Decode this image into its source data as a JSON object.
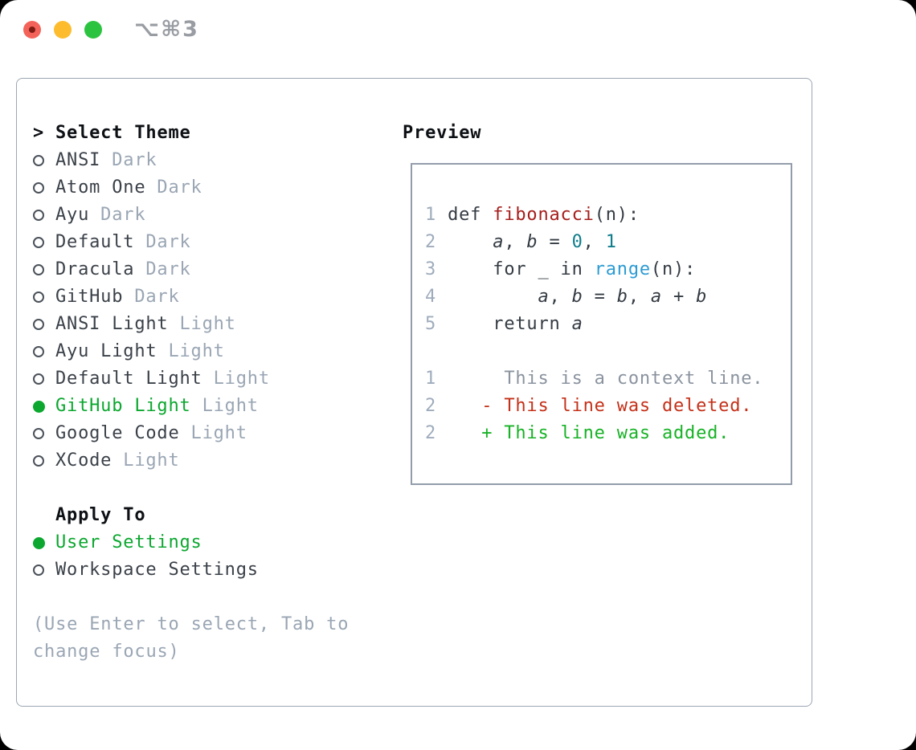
{
  "titlebar": {
    "shortcut": "⌥⌘3",
    "traffic_lights": [
      "close",
      "minimize",
      "zoom"
    ]
  },
  "panel": {
    "theme_list": {
      "header_prefix": ">",
      "header_label": "Select Theme",
      "items": [
        {
          "name": "ANSI",
          "variant": "Dark",
          "selected": false
        },
        {
          "name": "Atom One",
          "variant": "Dark",
          "selected": false
        },
        {
          "name": "Ayu",
          "variant": "Dark",
          "selected": false
        },
        {
          "name": "Default",
          "variant": "Dark",
          "selected": false
        },
        {
          "name": "Dracula",
          "variant": "Dark",
          "selected": false
        },
        {
          "name": "GitHub",
          "variant": "Dark",
          "selected": false
        },
        {
          "name": "ANSI Light",
          "variant": "Light",
          "selected": false
        },
        {
          "name": "Ayu Light",
          "variant": "Light",
          "selected": false
        },
        {
          "name": "Default Light",
          "variant": "Light",
          "selected": false
        },
        {
          "name": "GitHub Light",
          "variant": "Light",
          "selected": true
        },
        {
          "name": "Google Code",
          "variant": "Light",
          "selected": false
        },
        {
          "name": "XCode",
          "variant": "Light",
          "selected": false
        }
      ]
    },
    "apply_to": {
      "header": "Apply To",
      "options": [
        {
          "label": "User Settings",
          "selected": true
        },
        {
          "label": "Workspace Settings",
          "selected": false
        }
      ]
    },
    "help_text": "(Use Enter to select, Tab to change focus)",
    "preview": {
      "header": "Preview",
      "code_lines": [
        {
          "num": "1",
          "seg": [
            {
              "t": " def ",
              "c": "p"
            },
            {
              "t": "fibonacci",
              "c": "fn"
            },
            {
              "t": "(n):",
              "c": "p"
            }
          ]
        },
        {
          "num": "2",
          "seg": [
            {
              "t": "     ",
              "c": "p"
            },
            {
              "t": "a",
              "c": "v"
            },
            {
              "t": ", ",
              "c": "p"
            },
            {
              "t": "b",
              "c": "v"
            },
            {
              "t": " = ",
              "c": "p"
            },
            {
              "t": "0",
              "c": "num"
            },
            {
              "t": ", ",
              "c": "p"
            },
            {
              "t": "1",
              "c": "num"
            }
          ]
        },
        {
          "num": "3",
          "seg": [
            {
              "t": "     for _ in ",
              "c": "p"
            },
            {
              "t": "range",
              "c": "bi"
            },
            {
              "t": "(n):",
              "c": "p"
            }
          ]
        },
        {
          "num": "4",
          "seg": [
            {
              "t": "         ",
              "c": "p"
            },
            {
              "t": "a",
              "c": "v"
            },
            {
              "t": ", ",
              "c": "p"
            },
            {
              "t": "b",
              "c": "v"
            },
            {
              "t": " = ",
              "c": "p"
            },
            {
              "t": "b",
              "c": "v"
            },
            {
              "t": ", ",
              "c": "p"
            },
            {
              "t": "a",
              "c": "v"
            },
            {
              "t": " + ",
              "c": "p"
            },
            {
              "t": "b",
              "c": "v"
            }
          ]
        },
        {
          "num": "5",
          "seg": [
            {
              "t": "     return ",
              "c": "p"
            },
            {
              "t": "a",
              "c": "v"
            }
          ]
        }
      ],
      "diff_lines": [
        {
          "num": "1",
          "seg": [
            {
              "t": "      This is a context line.",
              "c": "ctx"
            }
          ]
        },
        {
          "num": "2",
          "seg": [
            {
              "t": "    - This line was deleted.",
              "c": "del"
            }
          ]
        },
        {
          "num": "2",
          "seg": [
            {
              "t": "    + This line was added.",
              "c": "add"
            }
          ]
        }
      ]
    }
  },
  "colors": {
    "green": "#0ba72f",
    "muted": "#9aa6b4",
    "text": "#3b4149",
    "header": "#0d1014",
    "lineno": "#9facbc",
    "code": "#343b43",
    "fn": "#a51e1c",
    "tnum": "#0f7d8c",
    "builtin": "#2d9bd3",
    "ctx": "#8a939f",
    "del": "#c43119",
    "add": "#17b226",
    "boxborder": "#9ca6b2",
    "pvborder": "#939daa",
    "titlegray": "#999da3",
    "tlred": "#f4635a",
    "tlreddot": "#7e1c14",
    "tlyellow": "#fcbc2e",
    "tlgreen": "#2cc340"
  }
}
